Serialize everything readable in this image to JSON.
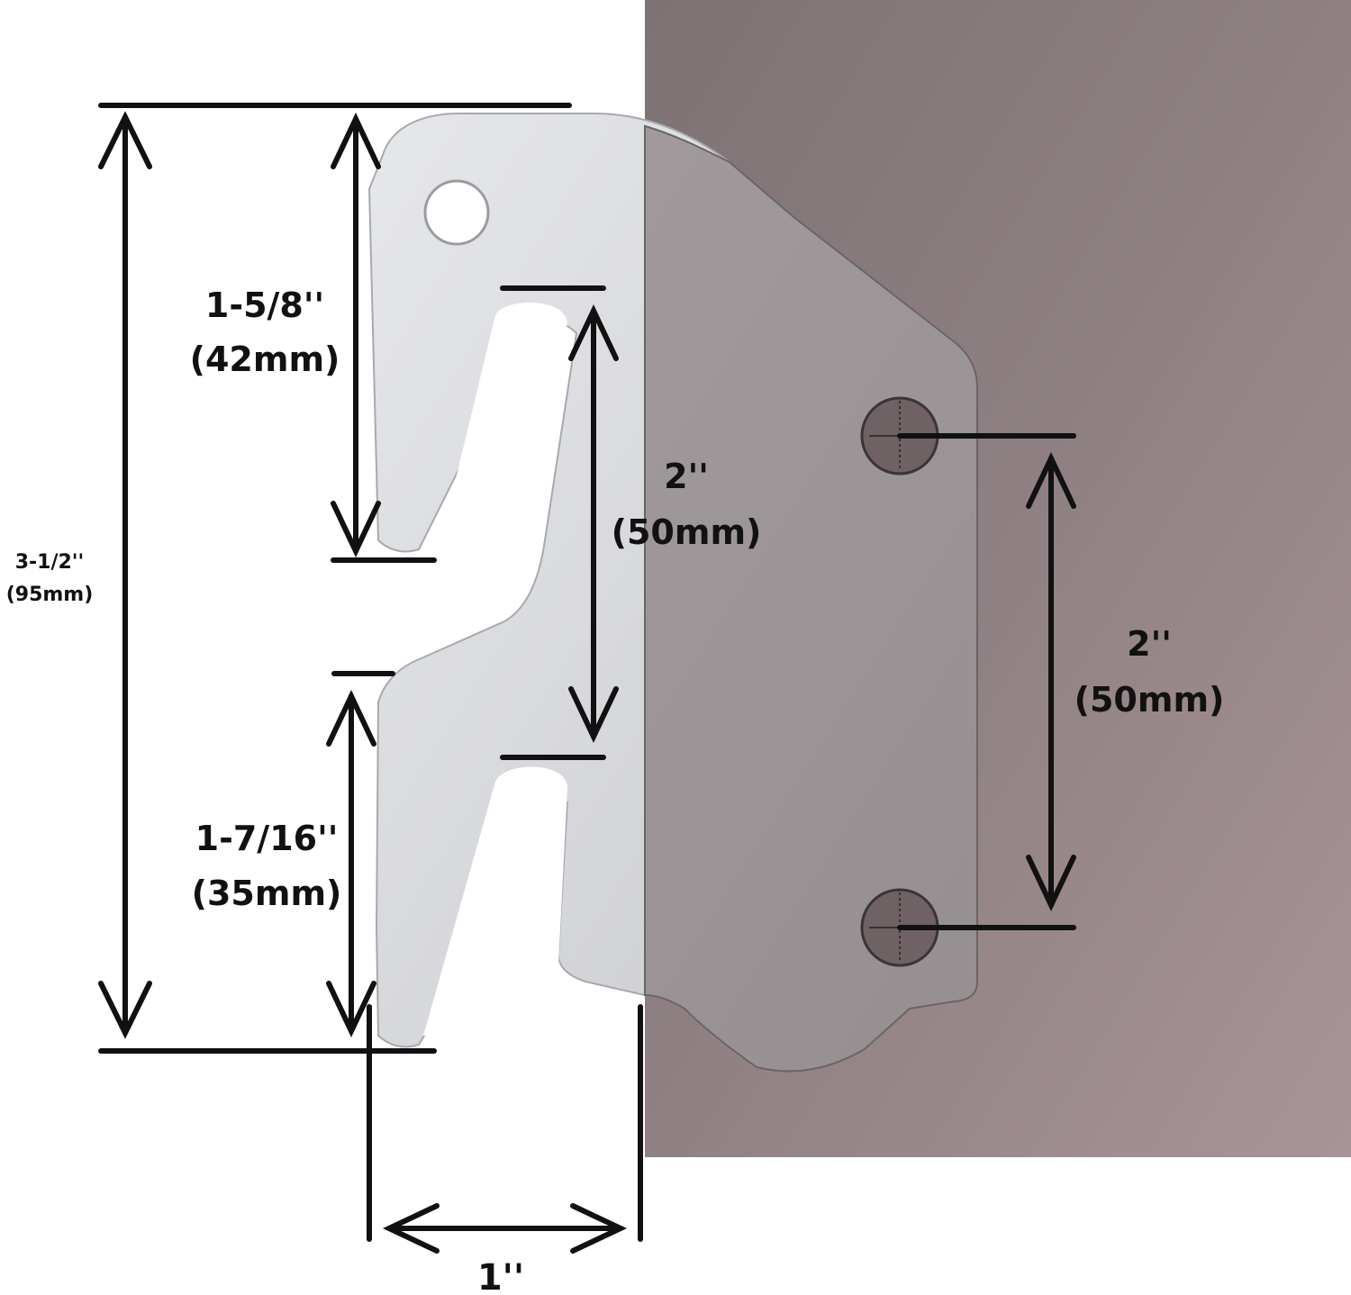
{
  "dimensions": {
    "overall_height": {
      "imperial": "3-1/2''",
      "metric": "(95mm)"
    },
    "top_hook_height": {
      "imperial": "1-5/8''",
      "metric": "(42mm)"
    },
    "hook_spacing": {
      "imperial": "2''",
      "metric": "(50mm)"
    },
    "bottom_hook_height": {
      "imperial": "1-7/16''",
      "metric": "(35mm)"
    },
    "hole_spacing": {
      "imperial": "2''",
      "metric": "(50mm)"
    },
    "width": {
      "imperial": "1''"
    }
  },
  "colors": {
    "background": "#ffffff",
    "rail": "#8c7d7f",
    "plate": "#dcdde0",
    "plate_edge": "#a8a9ad",
    "dimension_line": "#111111"
  }
}
